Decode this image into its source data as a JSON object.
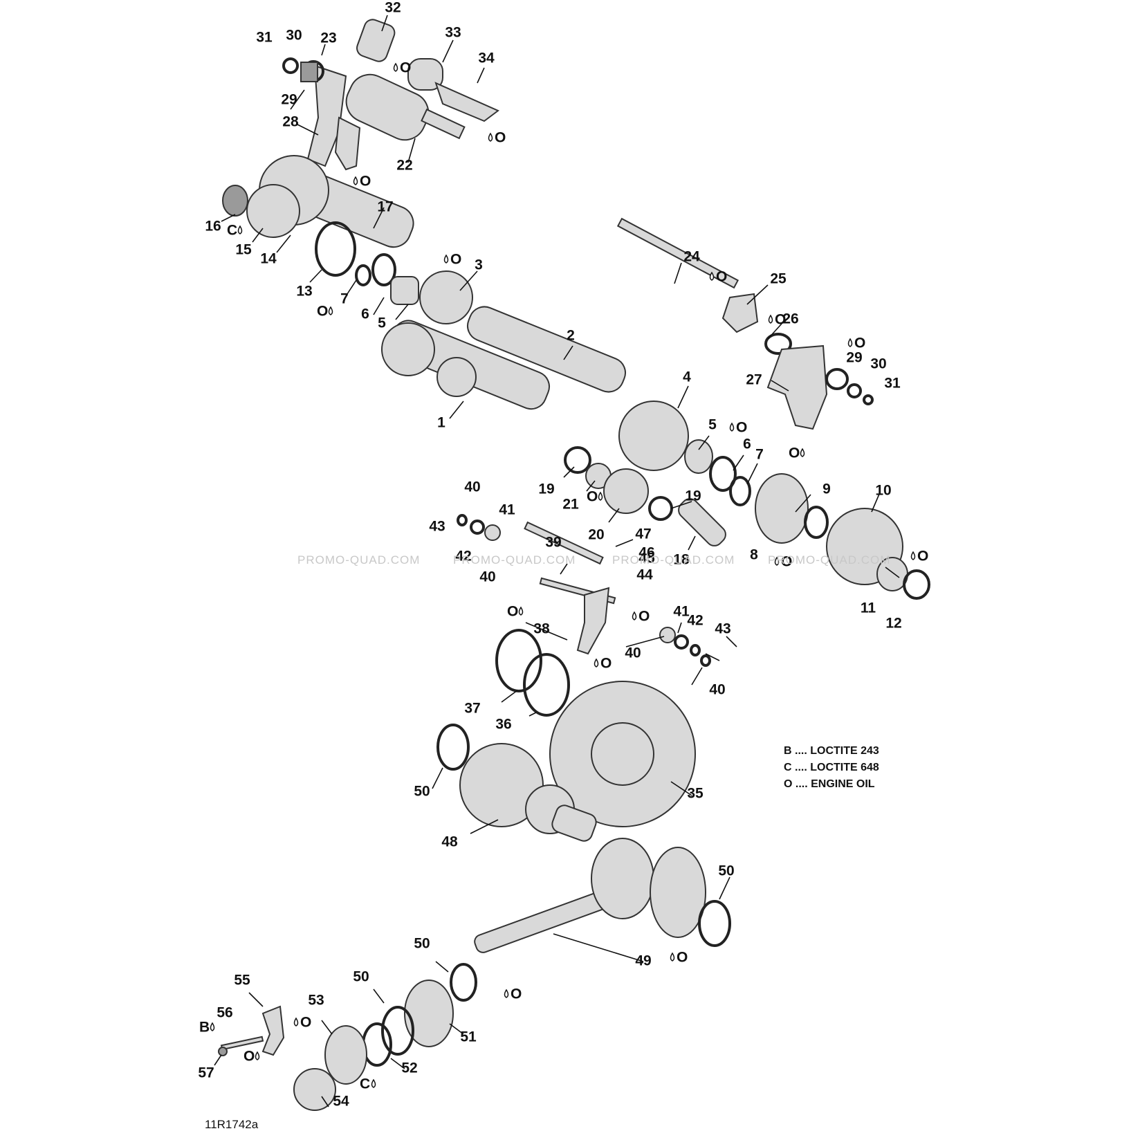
{
  "legend": [
    "B .... LOCTITE 243",
    "C .... LOCTITE 648",
    "O .... ENGINE OIL"
  ],
  "watermark": "PROMO-QUAD.COM",
  "reference_code": "11R1742a",
  "oil_code": "O",
  "loctite_648_code": "C",
  "loctite_243_code": "B",
  "drop_icon": "oil-drop-icon",
  "part_numbers": [
    "1",
    "2",
    "3",
    "4",
    "5",
    "6",
    "7",
    "8",
    "9",
    "10",
    "11",
    "12",
    "13",
    "14",
    "15",
    "16",
    "17",
    "18",
    "19",
    "20",
    "21",
    "22",
    "23",
    "24",
    "25",
    "26",
    "27",
    "28",
    "29",
    "30",
    "31",
    "32",
    "33",
    "34",
    "35",
    "36",
    "37",
    "38",
    "39",
    "40",
    "41",
    "42",
    "43",
    "44",
    "45",
    "46",
    "47",
    "48",
    "49",
    "50",
    "51",
    "52",
    "53",
    "54",
    "55",
    "56",
    "57"
  ]
}
